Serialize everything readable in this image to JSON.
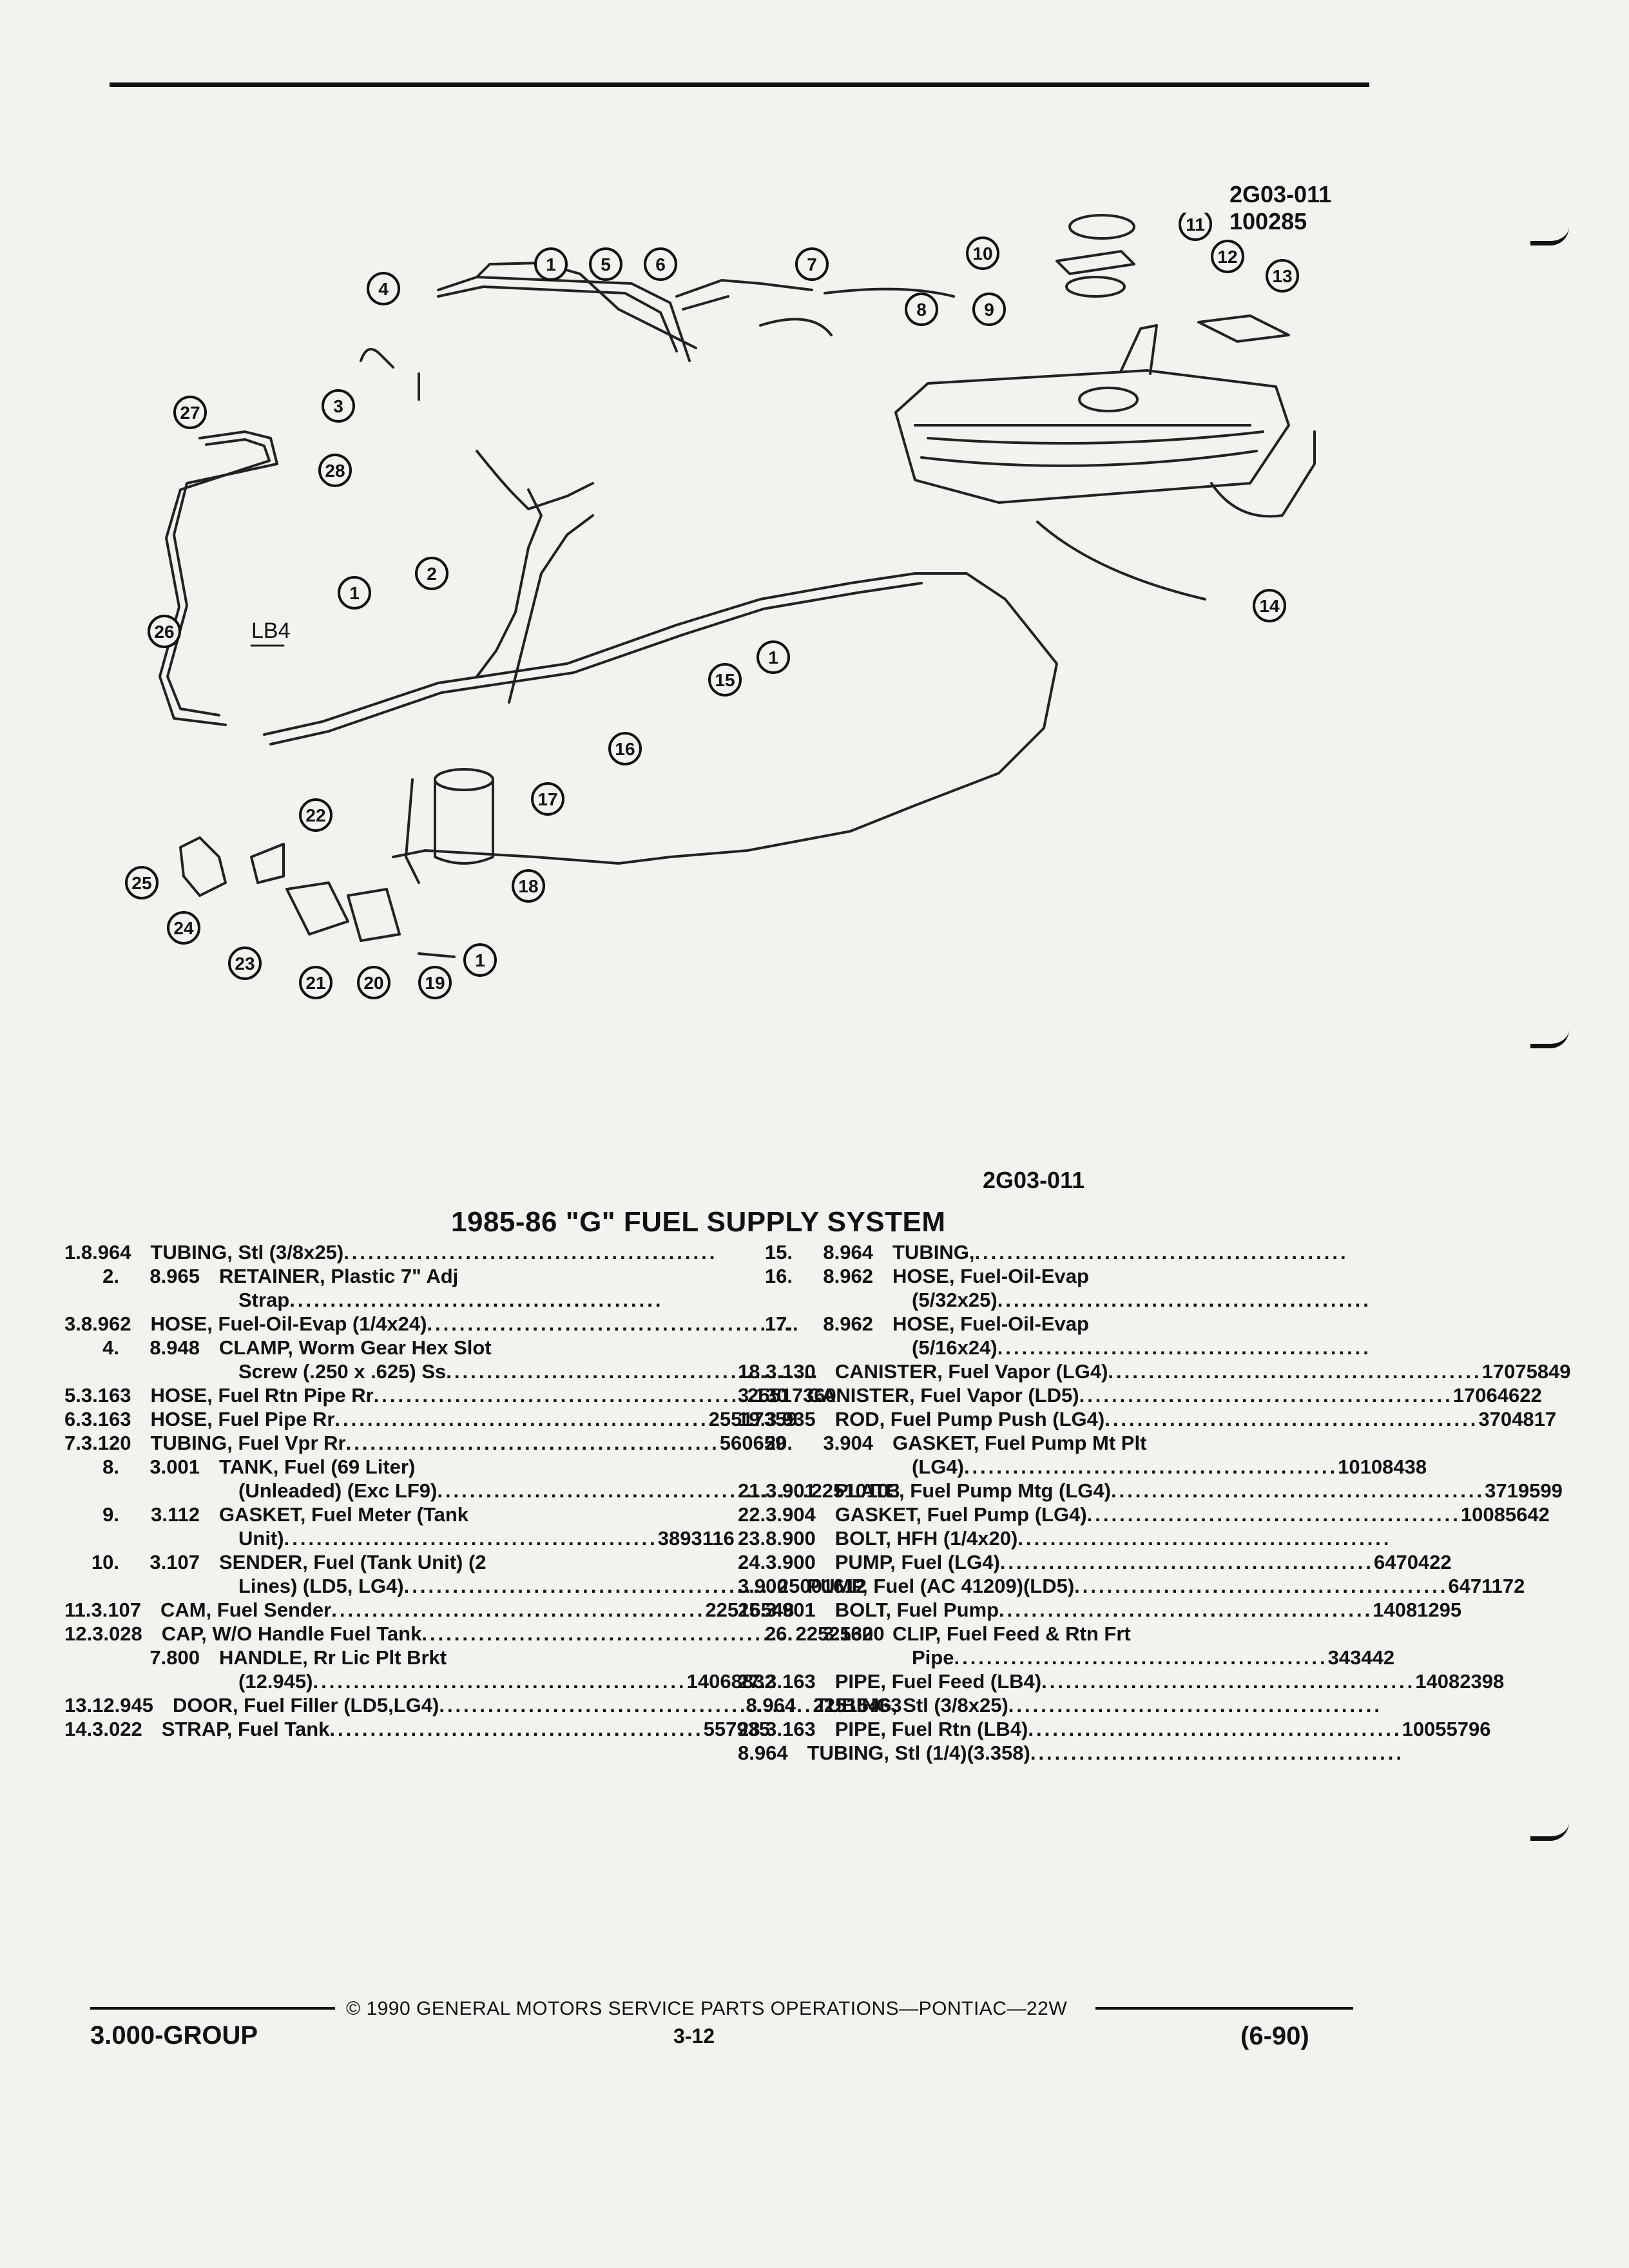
{
  "header": {
    "ref_code_top": "2G03-011",
    "ref_date_top": "100285",
    "ref_code_mid": "2G03-011"
  },
  "diagram": {
    "callouts": [
      "1",
      "2",
      "3",
      "4",
      "5",
      "6",
      "7",
      "8",
      "9",
      "10",
      "11",
      "12",
      "13",
      "14",
      "15",
      "16",
      "17",
      "18",
      "19",
      "20",
      "21",
      "22",
      "23",
      "24",
      "25",
      "26",
      "27",
      "28"
    ],
    "engine_label": "LB4"
  },
  "title": "1985-86 \"G\" FUEL SUPPLY SYSTEM",
  "parts_left": [
    {
      "num": "1.",
      "group": "8.964",
      "name": "TUBING,",
      "detail": " Stl (3/8x25)",
      "part": ""
    },
    {
      "num": "2.",
      "group": "8.965",
      "name": "RETAINER,",
      "detail": " Plastic 7\" Adj",
      "part": "",
      "cont": [
        {
          "text": "Strap",
          "part": ""
        }
      ]
    },
    {
      "num": "3.",
      "group": "8.962",
      "name": "HOSE,",
      "detail": " Fuel-Oil-Evap (1/4x24)",
      "part": ""
    },
    {
      "num": "4.",
      "group": "8.948",
      "name": "CLAMP,",
      "detail": " Worm Gear Hex Slot",
      "part": "",
      "cont": [
        {
          "text": "Screw (.250 x .625) Ss",
          "part": ""
        }
      ]
    },
    {
      "num": "5.",
      "group": "3.163",
      "name": "HOSE,",
      "detail": " Fuel Rtn Pipe Rr",
      "part": "25517360"
    },
    {
      "num": "6.",
      "group": "3.163",
      "name": "HOSE,",
      "detail": " Fuel Pipe Rr",
      "part": "25517359"
    },
    {
      "num": "7.",
      "group": "3.120",
      "name": "TUBING,",
      "detail": " Fuel Vpr Rr",
      "part": "560659"
    },
    {
      "num": "8.",
      "group": "3.001",
      "name": "TANK,",
      "detail": " Fuel (69 Liter)",
      "part": "",
      "cont": [
        {
          "text": "(Unleaded) (Exc LF9)",
          "part": "22510103"
        }
      ]
    },
    {
      "num": "9.",
      "group": "3.112",
      "name": "GASKET,",
      "detail": " Fuel Meter (Tank",
      "part": "",
      "cont": [
        {
          "text": "Unit)",
          "part": "3893116"
        }
      ]
    },
    {
      "num": "10.",
      "group": "3.107",
      "name": "SENDER,",
      "detail": " Fuel (Tank Unit) (2",
      "part": "",
      "cont": [
        {
          "text": "Lines) (LD5, LG4)",
          "part": "25001612"
        }
      ]
    },
    {
      "num": "11.",
      "group": "3.107",
      "name": "CAM,",
      "detail": " Fuel Sender",
      "part": "22516548"
    },
    {
      "num": "12.",
      "group": "3.028",
      "name": "CAP,",
      "detail": " W/O Handle Fuel Tank",
      "part": "22525300"
    },
    {
      "num": "",
      "group": "7.800",
      "name": "HANDLE,",
      "detail": " Rr Lic Plt Brkt",
      "part": "",
      "cont": [
        {
          "text": "(12.945)",
          "part": "14068832"
        }
      ]
    },
    {
      "num": "13.",
      "group": "12.945",
      "name": "DOOR,",
      "detail": " Fuel Filler (LD5,LG4)",
      "part": "22515463"
    },
    {
      "num": "14.",
      "group": "3.022",
      "name": "STRAP,",
      "detail": " Fuel Tank",
      "part": "557935"
    }
  ],
  "parts_right": [
    {
      "num": "15.",
      "group": "8.964",
      "name": "TUBING,",
      "detail": "",
      "part": ""
    },
    {
      "num": "16.",
      "group": "8.962",
      "name": "HOSE,",
      "detail": " Fuel-Oil-Evap",
      "part": "",
      "cont": [
        {
          "text": "(5/32x25)",
          "part": ""
        }
      ]
    },
    {
      "num": "17.",
      "group": "8.962",
      "name": "HOSE,",
      "detail": " Fuel-Oil-Evap",
      "part": "",
      "cont": [
        {
          "text": "(5/16x24)",
          "part": ""
        }
      ]
    },
    {
      "num": "18.",
      "group": "3.130",
      "name": "CANISTER,",
      "detail": " Fuel Vapor (LG4)",
      "part": "17075849"
    },
    {
      "num": "",
      "group": "3.130",
      "name": "CANISTER,",
      "detail": " Fuel Vapor (LD5)",
      "part": "17064622"
    },
    {
      "num": "19.",
      "group": "3.935",
      "name": "ROD,",
      "detail": " Fuel Pump Push (LG4)",
      "part": "3704817"
    },
    {
      "num": "20.",
      "group": "3.904",
      "name": "GASKET,",
      "detail": " Fuel Pump Mt Plt",
      "part": "",
      "cont": [
        {
          "text": "(LG4)",
          "part": "10108438"
        }
      ]
    },
    {
      "num": "21.",
      "group": "3.901",
      "name": "PLATE,",
      "detail": " Fuel Pump Mtg (LG4)",
      "part": "3719599"
    },
    {
      "num": "22.",
      "group": "3.904",
      "name": "GASKET,",
      "detail": " Fuel Pump (LG4)",
      "part": "10085642"
    },
    {
      "num": "23.",
      "group": "8.900",
      "name": "BOLT,",
      "detail": " HFH (1/4x20)",
      "part": ""
    },
    {
      "num": "24.",
      "group": "3.900",
      "name": "PUMP,",
      "detail": " Fuel (LG4)",
      "part": "6470422"
    },
    {
      "num": "",
      "group": "3.900",
      "name": "PUMP,",
      "detail": " Fuel (AC 41209)(LD5)",
      "part": "6471172"
    },
    {
      "num": "25.",
      "group": "3.901",
      "name": "BOLT,",
      "detail": " Fuel Pump",
      "part": "14081295"
    },
    {
      "num": "26.",
      "group": "3.162",
      "name": "CLIP,",
      "detail": " Fuel Feed & Rtn Frt",
      "part": "",
      "cont": [
        {
          "text": "Pipe",
          "part": "343442"
        }
      ]
    },
    {
      "num": "27.",
      "group": "3.163",
      "name": "PIPE,",
      "detail": " Fuel Feed (LB4)",
      "part": "14082398"
    },
    {
      "num": "",
      "group": "8.964",
      "name": "TUBING,",
      "detail": " Stl (3/8x25)",
      "part": ""
    },
    {
      "num": "28.",
      "group": "3.163",
      "name": "PIPE,",
      "detail": " Fuel Rtn (LB4)",
      "part": "10055796"
    },
    {
      "num": "",
      "group": "8.964",
      "name": "TUBING,",
      "detail": " Stl (1/4)(3.358)",
      "part": ""
    }
  ],
  "footer": {
    "copyright": "© 1990 GENERAL MOTORS SERVICE PARTS OPERATIONS—PONTIAC—22W",
    "group": "3.000-GROUP",
    "page": "3-12",
    "date": "(6-90)"
  }
}
